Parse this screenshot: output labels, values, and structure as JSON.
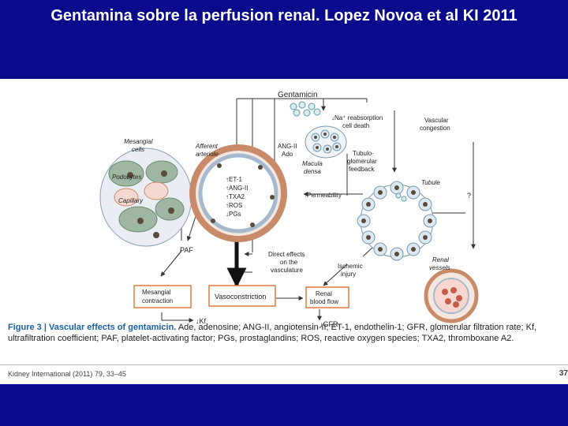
{
  "slide": {
    "title": "Gentamina sobre la perfusion renal. Lopez Novoa et al KI 2011",
    "background_color": "#0a0a8c"
  },
  "figure": {
    "labels": {
      "gentamicin": "Gentamicin",
      "na_reabsorption": "↓Na⁺ reabsorption",
      "cell_death": "cell death",
      "vascular_congestion_1": "Vascular",
      "vascular_congestion_2": "congestion",
      "mesangial_cells_1": "Mesangial",
      "mesangial_cells_2": "cells",
      "afferent_1": "Afferent",
      "afferent_2": "arteriole",
      "ang_ado_1": "ANG-II",
      "ang_ado_2": "Ado",
      "macula_1": "Macula",
      "macula_2": "densa",
      "tgf_1": "Tubulo-",
      "tgf_2": "glomerular",
      "tgf_3": "feedback",
      "podocytes": "Podocytes",
      "capillary": "Capillary",
      "mediator_1": "↑ET-1",
      "mediator_2": "↑ANG-II",
      "mediator_3": "↑TXA2",
      "mediator_4": "↑ROS",
      "mediator_5": "↓PGs",
      "permeability": "↑Permeability",
      "tubule": "Tubule",
      "question": "?",
      "paf": "PAF",
      "direct_1": "Direct effects",
      "direct_2": "on the",
      "direct_3": "vasculature",
      "ischemic_1": "Ischemic",
      "ischemic_2": "injury",
      "renal_vessels_1": "Renal",
      "renal_vessels_2": "vessels",
      "mesangial_contraction_1": "Mesangial",
      "mesangial_contraction_2": "contraction",
      "vasoconstriction": "Vasoconstriction",
      "renal_blood_flow_1": "Renal",
      "renal_blood_flow_2": "blood flow",
      "kf": "↓Kf",
      "gfr": "↓GFR"
    },
    "caption": {
      "figure_number": "Figure 3 | Vascular effects of gentamicin.",
      "text": " Ade, adenosine; ANG-II, angiotensin-II; ET-1, endothelin-1; GFR, glomerular filtration rate; Kf, ultrafiltration coefficient; PAF, platelet-activating factor; PGs, prostaglandins; ROS, reactive oxygen species; TXA2, thromboxane A2."
    },
    "footer": {
      "journal": "Kidney International (2011) 79, 33–45",
      "page": "37"
    },
    "colors": {
      "box_border": "#e07a3c",
      "arteriole_ring": "#c98a6a",
      "tubule_cell": "#dde9f2",
      "cell_nucleus": "#5a4a3a",
      "arrow": "#333333"
    }
  }
}
